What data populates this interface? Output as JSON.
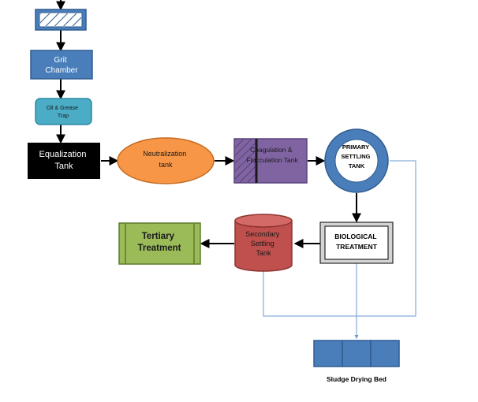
{
  "diagram": {
    "nodes": {
      "screen": {
        "label": ""
      },
      "grit_chamber": {
        "label_lines": [
          "Grit",
          "Chamber"
        ]
      },
      "oil_grease_trap": {
        "label_lines": [
          "Oil & Grease",
          "Trap"
        ]
      },
      "equalization_tank": {
        "label_lines": [
          "Equalization",
          "Tank"
        ]
      },
      "neutralization_tank": {
        "label_lines": [
          "Neutralization",
          "tank"
        ]
      },
      "coagulation_tank": {
        "label_lines": [
          "Coagulation &",
          "Flocculation Tank"
        ]
      },
      "primary_settling_tank": {
        "label_lines": [
          "PRIMARY",
          "SETTLING",
          "TANK"
        ]
      },
      "biological_treatment": {
        "label_lines": [
          "BIOLOGICAL",
          "TREATMENT"
        ]
      },
      "secondary_settling_tank": {
        "label_lines": [
          "Secondary",
          "Settling",
          "Tank"
        ]
      },
      "tertiary_treatment": {
        "label_lines": [
          "Tertiary",
          "Treatment"
        ]
      },
      "sludge_drying_bed": {
        "label": "Sludge Drying Bed"
      }
    },
    "colors": {
      "blue": "#4a7ebb",
      "blue_stroke": "#2e5c8f",
      "teal": "#4bacc6",
      "teal_stroke": "#2e8aa3",
      "orange": "#f79646",
      "purple": "#8064a2",
      "red": "#c0504d",
      "green": "#9bbb59",
      "black": "#000000",
      "sludge_line": "#6d9ad3"
    }
  }
}
